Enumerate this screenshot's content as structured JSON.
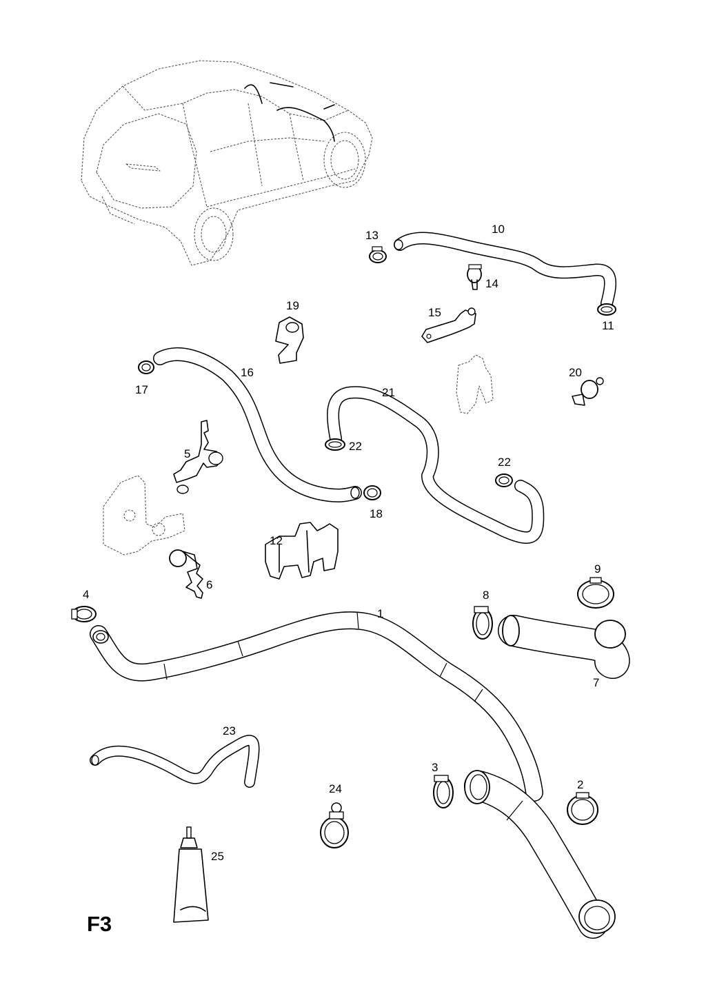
{
  "sheet_code": "F3",
  "callouts": [
    "1",
    "2",
    "3",
    "4",
    "5",
    "6",
    "7",
    "8",
    "9",
    "10",
    "11",
    "12",
    "13",
    "14",
    "15",
    "16",
    "17",
    "18",
    "19",
    "20",
    "21",
    "22",
    "22",
    "23",
    "24",
    "25"
  ],
  "parts": [
    {
      "number": "1",
      "kind": "hose"
    },
    {
      "number": "2",
      "kind": "clamp"
    },
    {
      "number": "3",
      "kind": "clamp"
    },
    {
      "number": "4",
      "kind": "clamp"
    },
    {
      "number": "5",
      "kind": "bracket"
    },
    {
      "number": "6",
      "kind": "clip"
    },
    {
      "number": "7",
      "kind": "hose"
    },
    {
      "number": "8",
      "kind": "clamp"
    },
    {
      "number": "9",
      "kind": "clamp"
    },
    {
      "number": "10",
      "kind": "hose"
    },
    {
      "number": "11",
      "kind": "clamp"
    },
    {
      "number": "12",
      "kind": "bracket"
    },
    {
      "number": "13",
      "kind": "clamp"
    },
    {
      "number": "14",
      "kind": "clip"
    },
    {
      "number": "15",
      "kind": "bracket"
    },
    {
      "number": "16",
      "kind": "hose"
    },
    {
      "number": "17",
      "kind": "clamp"
    },
    {
      "number": "18",
      "kind": "clamp"
    },
    {
      "number": "19",
      "kind": "clip"
    },
    {
      "number": "20",
      "kind": "clip"
    },
    {
      "number": "21",
      "kind": "hose"
    },
    {
      "number": "22",
      "kind": "clamp"
    },
    {
      "number": "23",
      "kind": "hose"
    },
    {
      "number": "24",
      "kind": "clamp"
    },
    {
      "number": "25",
      "kind": "sealant-tube"
    }
  ]
}
